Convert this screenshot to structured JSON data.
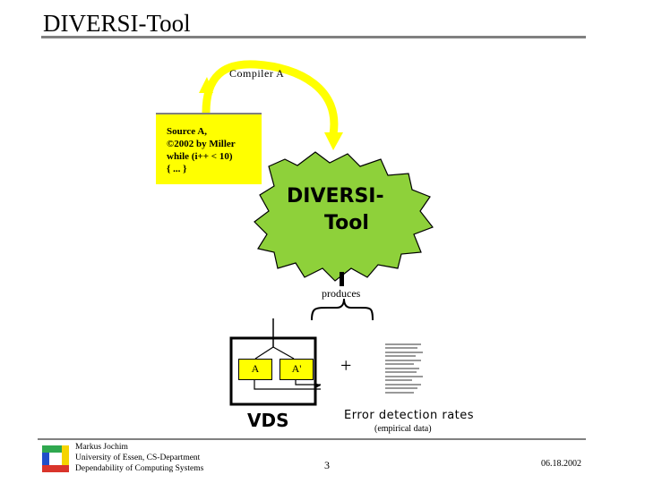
{
  "header": {
    "title": "DIVERSI-Tool"
  },
  "diagram": {
    "compiler_label": "Compiler A",
    "source_lines": [
      "Source A,",
      "©2002 by Miller",
      "while (i++ < 10)",
      "{ ... }"
    ],
    "tool_lines": [
      "DIVERSI-",
      "Tool"
    ],
    "produces_label": "produces",
    "box_a_label": "A",
    "box_a2_label": "A'",
    "plus_sign": "+",
    "vds_label": "VDS",
    "error_label": "Error detection rates",
    "empirical_label": "(empirical data)"
  },
  "footer": {
    "author_lines": [
      "Markus Jochim",
      "University of Essen, CS-Department",
      "Dependability of Computing Systems"
    ],
    "page_number": "3",
    "date": "06.18.2002"
  },
  "colors": {
    "highlight_yellow": "#ffff00",
    "tool_green": "#8ed13a",
    "rule_gray": "#808080",
    "logo_blue": "#1f4fc9",
    "logo_green": "#2fa84f",
    "logo_yellow": "#f5d400",
    "logo_red": "#d9342b"
  }
}
